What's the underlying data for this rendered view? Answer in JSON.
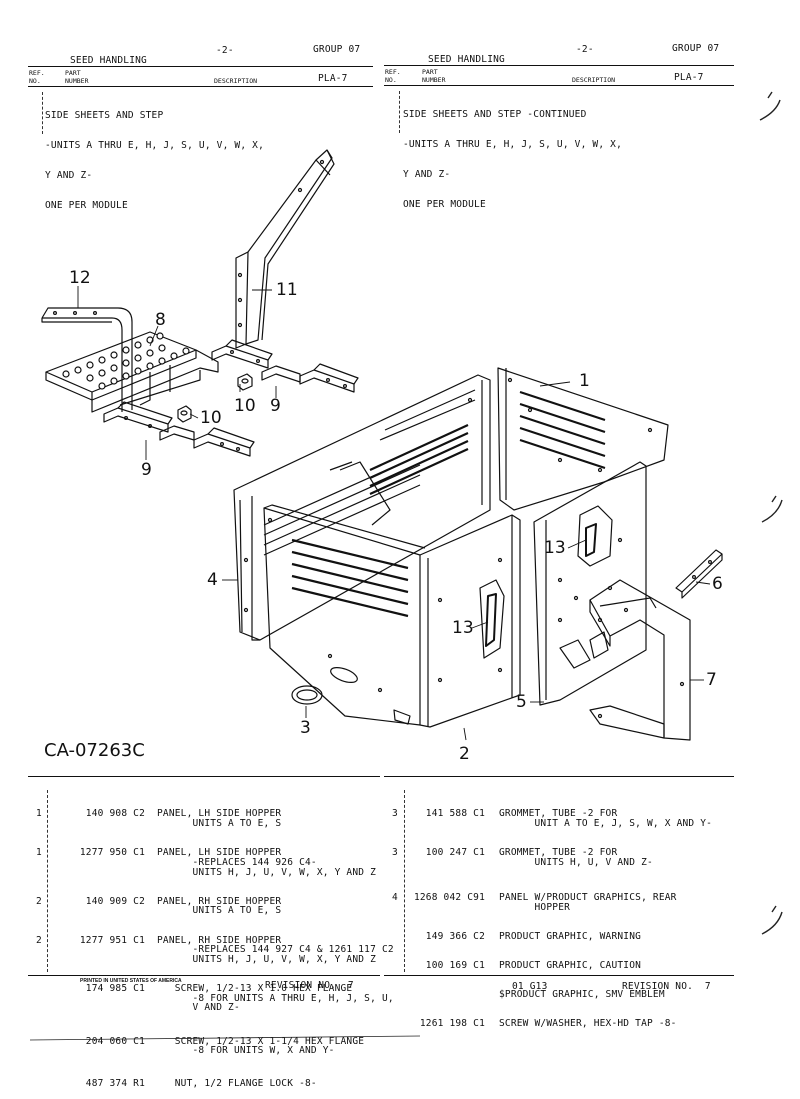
{
  "left_header": {
    "section": "SEED HANDLING",
    "page": "-2-",
    "group": "GROUP 07",
    "ref_label": "REF.",
    "no_label": "NO.",
    "part_label": "PART",
    "number_label": "NUMBER",
    "description_label": "DESCRIPTION",
    "code": "PLA-7",
    "intro": [
      "SIDE SHEETS AND STEP",
      "-UNITS A THRU E, H, J, S, U, V, W, X,",
      "Y AND Z-",
      "ONE PER MODULE"
    ]
  },
  "right_header": {
    "section": "SEED HANDLING",
    "page": "-2-",
    "group": "GROUP 07",
    "ref_label": "REF.",
    "no_label": "NO.",
    "part_label": "PART",
    "number_label": "NUMBER",
    "description_label": "DESCRIPTION",
    "code": "PLA-7",
    "intro": [
      "SIDE SHEETS AND STEP -CONTINUED",
      "-UNITS A THRU E, H, J, S, U, V, W, X,",
      "Y AND Z-",
      "ONE PER MODULE"
    ]
  },
  "figure": {
    "id": "CA-07263C",
    "callouts": [
      "1",
      "2",
      "3",
      "4",
      "5",
      "6",
      "7",
      "8",
      "9",
      "9",
      "10",
      "10",
      "11",
      "12",
      "13",
      "13"
    ]
  },
  "left_parts": [
    {
      "ref": "1",
      "number": "140 908 C2",
      "lines": [
        "PANEL, LH SIDE HOPPER",
        "      UNITS A TO E, S"
      ]
    },
    {
      "ref": "1",
      "number": "1277 950 C1",
      "lines": [
        "PANEL, LH SIDE HOPPER",
        "      -REPLACES 144 926 C4-",
        "      UNITS H, J, U, V, W, X, Y AND Z"
      ]
    },
    {
      "ref": "2",
      "number": "140 909 C2",
      "lines": [
        "PANEL, RH SIDE HOPPER",
        "      UNITS A TO E, S"
      ]
    },
    {
      "ref": "2",
      "number": "1277 951 C1",
      "lines": [
        "PANEL, RH SIDE HOPPER",
        "      -REPLACES 144 927 C4 & 1261 117 C2",
        "      UNITS H, J, U, V, W, X, Y AND Z"
      ]
    },
    {
      "ref": "",
      "number": "174 985 C1",
      "lines": [
        "   SCREW, 1/2-13 X 1.0 HEX FLANGE",
        "      -8 FOR UNITS A THRU E, H, J, S, U,",
        "      V AND Z-"
      ]
    },
    {
      "ref": "",
      "number": "204 060 C1",
      "lines": [
        "   SCREW, 1/2-13 X 1-1/4 HEX FLANGE",
        "      -8 FOR UNITS W, X AND Y-"
      ]
    },
    {
      "ref": "",
      "number": "487 374 R1",
      "lines": [
        "   NUT, 1/2 FLANGE LOCK -8-"
      ]
    }
  ],
  "right_parts": [
    {
      "ref": "3",
      "number": "141 588 C1",
      "lines": [
        "GROMMET, TUBE -2 FOR",
        "      UNIT A TO E, J, S, W, X AND Y-"
      ]
    },
    {
      "ref": "3",
      "number": "100 247 C1",
      "lines": [
        "GROMMET, TUBE -2 FOR",
        "      UNITS H, U, V AND Z-"
      ]
    },
    {
      "ref": "4",
      "number": "1268 042 C91",
      "lines": [
        "PANEL W/PRODUCT GRAPHICS, REAR",
        "      HOPPER"
      ]
    },
    {
      "ref": "",
      "number": "149 366 C2",
      "lines": [
        "PRODUCT GRAPHIC, WARNING"
      ]
    },
    {
      "ref": "",
      "number": "100 169 C1",
      "lines": [
        "PRODUCT GRAPHIC, CAUTION"
      ]
    },
    {
      "ref": "",
      "number": "",
      "lines": [
        "$PRODUCT GRAPHIC, SMV EMBLEM"
      ]
    },
    {
      "ref": "",
      "number": "1261 198 C1",
      "lines": [
        "SCREW W/WASHER, HEX-HD TAP -8-"
      ]
    }
  ],
  "footer_left": {
    "printed": "PRINTED IN UNITED STATES OF AMERICA",
    "revision": "REVISION NO.  7"
  },
  "footer_right": {
    "code": "01 G13",
    "revision": "REVISION NO.  7"
  }
}
